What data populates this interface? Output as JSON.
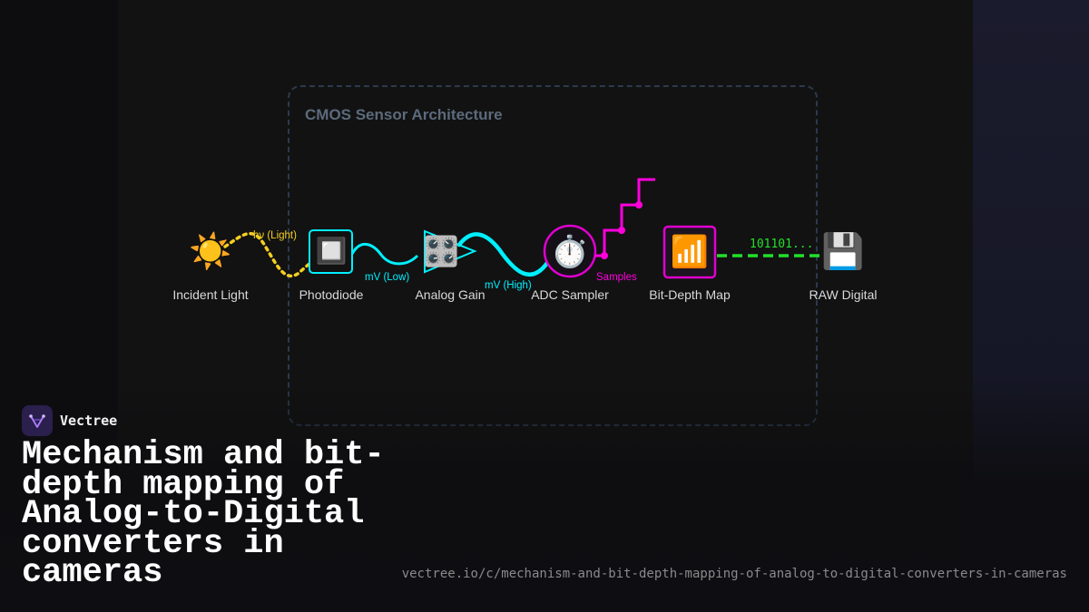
{
  "diagram": {
    "frame_title": "CMOS Sensor Architecture",
    "nodes": [
      {
        "id": "light",
        "label": "Incident Light",
        "icon": "sun-icon",
        "glyph": "☀️"
      },
      {
        "id": "photodiode",
        "label": "Photodiode",
        "icon": "chip-icon",
        "glyph": "🔲"
      },
      {
        "id": "gain",
        "label": "Analog Gain",
        "icon": "control-knobs-icon",
        "glyph": "🎛️"
      },
      {
        "id": "adc",
        "label": "ADC Sampler",
        "icon": "stopwatch-icon",
        "glyph": "⏱️"
      },
      {
        "id": "bitdepth",
        "label": "Bit-Depth Map",
        "icon": "signal-bars-icon",
        "glyph": "📶"
      },
      {
        "id": "raw",
        "label": "RAW Digital",
        "icon": "floppy-disk-icon",
        "glyph": "💾"
      }
    ],
    "edges": [
      {
        "from": "light",
        "to": "photodiode",
        "label": "hν (Light)",
        "color": "#f5d020",
        "style": "dotted-wave"
      },
      {
        "from": "photodiode",
        "to": "gain",
        "label": "mV (Low)",
        "color": "#00f0ff",
        "style": "wave"
      },
      {
        "from": "gain",
        "to": "adc",
        "label": "mV (High)",
        "color": "#00f0ff",
        "style": "wave"
      },
      {
        "from": "adc",
        "to": "bitdepth",
        "label": "Samples",
        "color": "#ff00dd",
        "style": "staircase"
      },
      {
        "from": "bitdepth",
        "to": "raw",
        "label": "101101...",
        "color": "#22e02a",
        "style": "dashed"
      }
    ],
    "colors": {
      "light": "#f5d020",
      "analog": "#00f0ff",
      "samples": "#ff00dd",
      "digital": "#22e02a",
      "frame": "#2c3a4e"
    }
  },
  "brand": {
    "name": "Vectree"
  },
  "headline": "Mechanism and bit-depth mapping of Analog-to-Digital converters in cameras",
  "url": "vectree.io/c/mechanism-and-bit-depth-mapping-of-analog-to-digital-converters-in-cameras"
}
